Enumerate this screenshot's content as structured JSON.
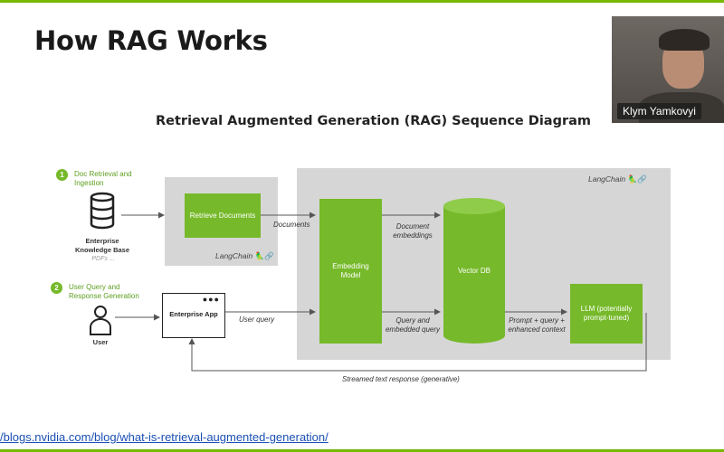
{
  "slide": {
    "title": "How RAG Works",
    "accent_color": "#76b900"
  },
  "diagram": {
    "title": "Retrieval Augmented Generation (RAG) Sequence Diagram",
    "step1": {
      "number": "1",
      "label": "Doc Retrieval and Ingestion"
    },
    "step2": {
      "number": "2",
      "label": "User Query and Response Generation"
    },
    "kb_label": "Enterprise Knowledge Base",
    "kb_sub": "PDFs ...",
    "user_label": "User",
    "app_label": "Enterprise App",
    "retrieve_docs": "Retrieve Documents",
    "embedding_model": "Embedding Model",
    "vector_db": "Vector DB",
    "llm": "LLM (potentially prompt-tuned)",
    "documents_arrow": "Documents",
    "doc_embeddings": "Document embeddings",
    "user_query": "User query",
    "query_embedded": "Query and embedded query",
    "prompt_context": "Prompt + query + enhanced context",
    "streamed_response": "Streamed text response (generative)",
    "langchain_small": "LangChain",
    "langchain_large": "LangChain",
    "box_color": "#76b92a"
  },
  "video": {
    "person_name": "Klym Yamkovyi"
  },
  "source": {
    "link_text": "/blogs.nvidia.com/blog/what-is-retrieval-augmented-generation/"
  }
}
